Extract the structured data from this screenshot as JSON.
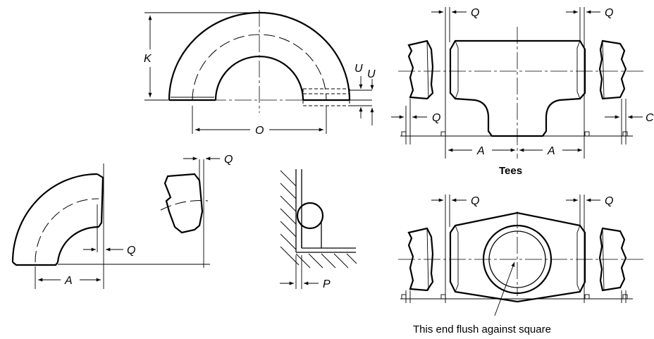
{
  "labels": {
    "K": "K",
    "O": "O",
    "U1": "U",
    "U2": "U",
    "Q": "Q",
    "A": "A",
    "P": "P",
    "Q_edge": "C"
  },
  "captions": {
    "tees": "Tees",
    "flush_note": "This end flush against square"
  }
}
